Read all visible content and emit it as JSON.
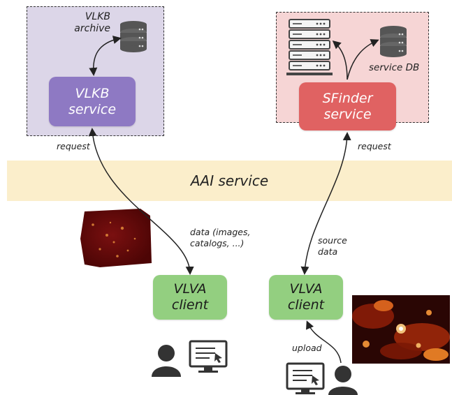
{
  "left_region": {
    "archive_label": [
      "VLKB",
      "archive"
    ],
    "service_label": [
      "VLKB",
      "service"
    ],
    "request_label": "request"
  },
  "right_region": {
    "db_label": "service DB",
    "service_label": [
      "SFinder",
      "service"
    ],
    "request_label": "request"
  },
  "aai": {
    "label": "AAI service"
  },
  "left_client": {
    "label": [
      "VLVA",
      "client"
    ],
    "data_label": [
      "data (images,",
      "catalogs, ...)"
    ]
  },
  "right_client": {
    "label": [
      "VLVA",
      "client"
    ],
    "source_label": [
      "source",
      "data"
    ],
    "upload_label": "upload"
  },
  "colors": {
    "vlkb_region": "#dcd6e8",
    "vlkb_service": "#8e79c3",
    "sfinder_region": "#f6d5d5",
    "sfinder_service": "#e06262",
    "client": "#93cf80",
    "aai": "#fbeecb"
  }
}
